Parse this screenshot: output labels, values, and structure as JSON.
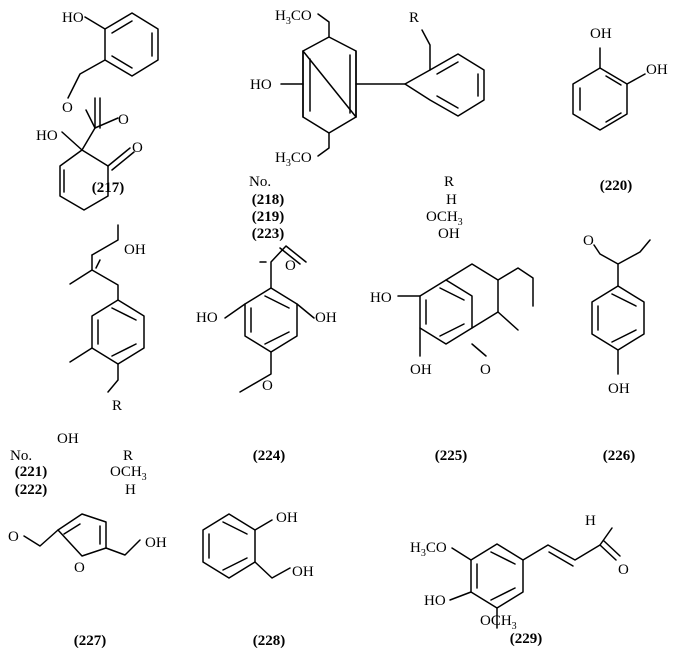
{
  "compounds": [
    {
      "id": "217",
      "caption": "217",
      "labels": [
        "HO",
        "O",
        "O",
        "HO",
        "O"
      ]
    },
    {
      "id": "218-219-223",
      "labels": [
        "H3CO",
        "HO",
        "H3CO",
        "R"
      ],
      "table": {
        "header": [
          "No.",
          "R"
        ],
        "rows": [
          [
            "218",
            "H"
          ],
          [
            "219",
            "OCH3"
          ],
          [
            "223",
            "OH"
          ]
        ]
      }
    },
    {
      "id": "220",
      "caption": "220",
      "labels": [
        "OH",
        "OH"
      ]
    },
    {
      "id": "221-222",
      "labels": [
        "OH",
        "R",
        "OH"
      ],
      "table": {
        "header": [
          "No.",
          "R"
        ],
        "rows": [
          [
            "221",
            "OCH3"
          ],
          [
            "222",
            "H"
          ]
        ]
      }
    },
    {
      "id": "224",
      "caption": "224",
      "labels": [
        "O",
        "HO",
        "OH",
        "O"
      ]
    },
    {
      "id": "225",
      "caption": "225",
      "labels": [
        "HO",
        "OH",
        "O"
      ]
    },
    {
      "id": "226",
      "caption": "226",
      "labels": [
        "O",
        "OH"
      ]
    },
    {
      "id": "227",
      "caption": "227",
      "labels": [
        "O",
        "O",
        "OH"
      ]
    },
    {
      "id": "228",
      "caption": "228",
      "labels": [
        "OH",
        "OH"
      ]
    },
    {
      "id": "229",
      "caption": "229",
      "labels": [
        "H",
        "H3CO",
        "O",
        "HO",
        "OCH3"
      ]
    }
  ]
}
